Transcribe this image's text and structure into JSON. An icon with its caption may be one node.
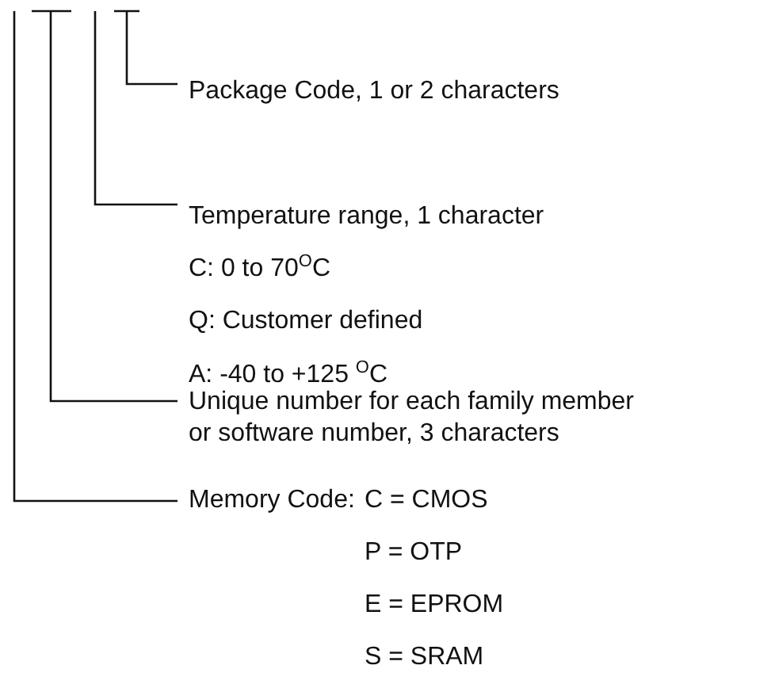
{
  "diagram": {
    "nodes": [
      {
        "text": [
          "Package Code, 1 or 2 characters"
        ]
      },
      {
        "text": [
          "Temperature range, 1 character",
          "C: 0 to 70$^{O}$C",
          "Q: Customer defined",
          "A: -40 to +125 $^{O}$C"
        ]
      },
      {
        "text": [
          "Unique number for each family member or software number, 3 characters"
        ]
      },
      {
        "text": [
          "Memory Code:",
          "C = CMOS",
          "P = OTP",
          "E = EPROM",
          "S = SRAM"
        ]
      }
    ],
    "edges": [
      {
        "from": 0,
        "to": null,
        "arrow": "none"
      },
      {
        "from": 1,
        "to": null,
        "arrow": "none"
      },
      {
        "from": 2,
        "to": null,
        "arrow": "none"
      },
      {
        "from": 3,
        "to": null,
        "arrow": "none"
      }
    ]
  }
}
